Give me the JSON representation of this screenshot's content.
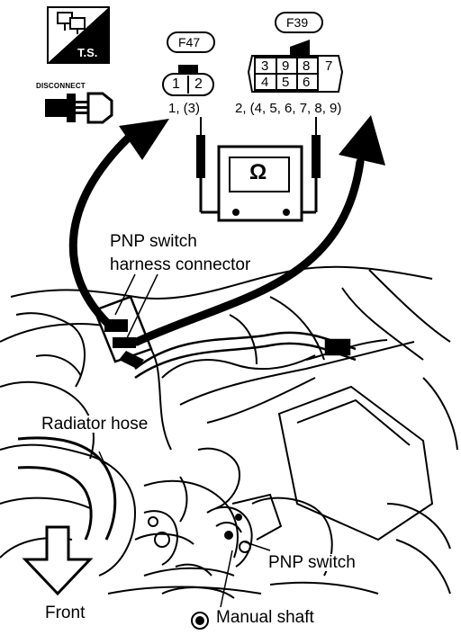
{
  "ts_badge": {
    "text": "T.S."
  },
  "disconnect": {
    "text": "DISCONNECT"
  },
  "connector_f47": {
    "id": "F47",
    "pins": [
      "1",
      "2"
    ],
    "caption": "1, (3)"
  },
  "connector_f39": {
    "id": "F39",
    "rows": [
      [
        "3",
        "9",
        "8",
        "7"
      ],
      [
        "4",
        "5",
        "6",
        ""
      ]
    ],
    "caption": "2, (4, 5, 6, 7, 8, 9)"
  },
  "ohmmeter": {
    "symbol": "Ω"
  },
  "labels": {
    "pnp_connector_line1": "PNP switch",
    "pnp_connector_line2": "harness connector",
    "radiator_hose": "Radiator hose",
    "pnp_switch": "PNP switch",
    "front": "Front",
    "manual_shaft": "Manual shaft"
  },
  "colors": {
    "ink": "#000000",
    "paper": "#ffffff"
  }
}
